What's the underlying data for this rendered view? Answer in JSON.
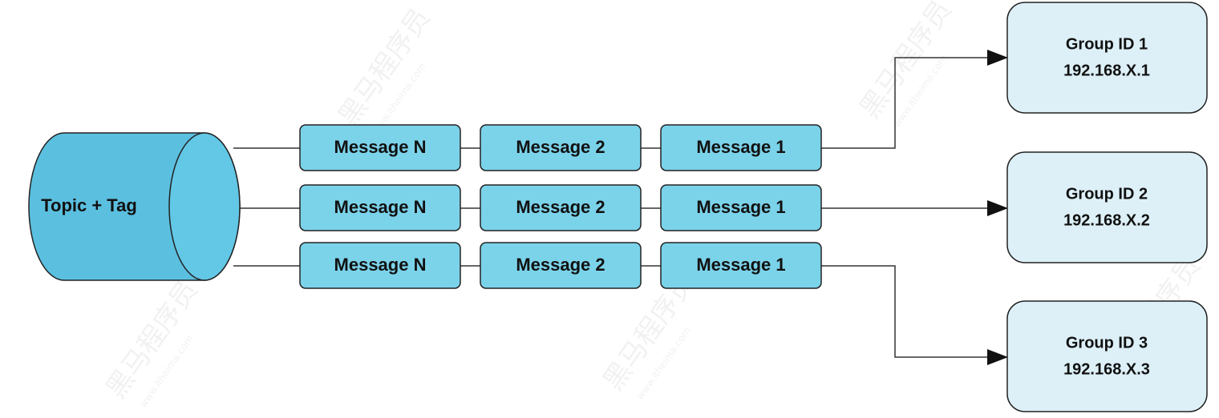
{
  "topic": {
    "label": "Topic + Tag",
    "fill_color": "#5bbfe0",
    "front_color": "#63c7e6"
  },
  "queues": [
    {
      "messages": [
        "Message N",
        "Message 2",
        "Message 1"
      ]
    },
    {
      "messages": [
        "Message N",
        "Message 2",
        "Message 1"
      ]
    },
    {
      "messages": [
        "Message N",
        "Message 2",
        "Message 1"
      ]
    }
  ],
  "groups": [
    {
      "name": "Group ID 1",
      "ip": "192.168.X.1"
    },
    {
      "name": "Group ID 2",
      "ip": "192.168.X.2"
    },
    {
      "name": "Group ID 3",
      "ip": "192.168.X.3"
    }
  ],
  "watermark": {
    "text": "黑马程序员",
    "subtext": "www.itheima.com"
  },
  "colors": {
    "message_fill": "#7bd3ea",
    "group_fill": "#ddf0f8",
    "stroke": "#222222",
    "line": "#333333"
  }
}
